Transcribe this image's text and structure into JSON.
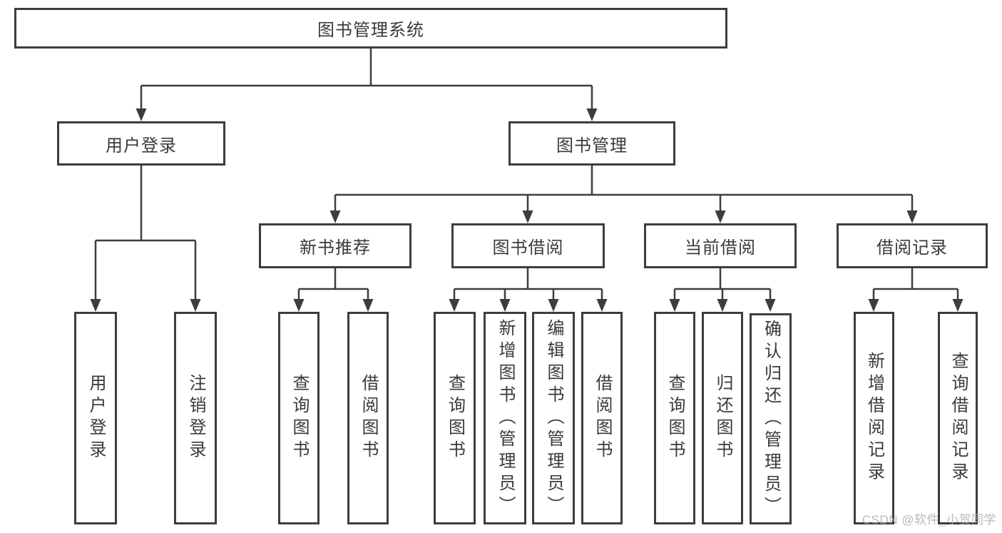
{
  "tree": {
    "root": {
      "label": "图书管理系统"
    },
    "branches": [
      {
        "label": "用户登录",
        "children": [
          {
            "label": "用户登录"
          },
          {
            "label": "注销登录"
          }
        ]
      },
      {
        "label": "图书管理",
        "children": [
          {
            "label": "新书推荐",
            "children": [
              {
                "label": "查询图书"
              },
              {
                "label": "借阅图书"
              }
            ]
          },
          {
            "label": "图书借阅",
            "children": [
              {
                "label": "查询图书"
              },
              {
                "label": "新增图书（管理员）"
              },
              {
                "label": "编辑图书（管理员）"
              },
              {
                "label": "借阅图书"
              }
            ]
          },
          {
            "label": "当前借阅",
            "children": [
              {
                "label": "查询图书"
              },
              {
                "label": "归还图书"
              },
              {
                "label": "确认归还（管理员）"
              }
            ]
          },
          {
            "label": "借阅记录",
            "children": [
              {
                "label": "新增借阅记录"
              },
              {
                "label": "查询借阅记录"
              }
            ]
          }
        ]
      }
    ]
  },
  "watermark": "CSDN @软件_小贺同学",
  "colors": {
    "line": "#3d3d3d",
    "text": "#3a3a3a",
    "watermark": "#aeaeae",
    "background": "#ffffff"
  }
}
